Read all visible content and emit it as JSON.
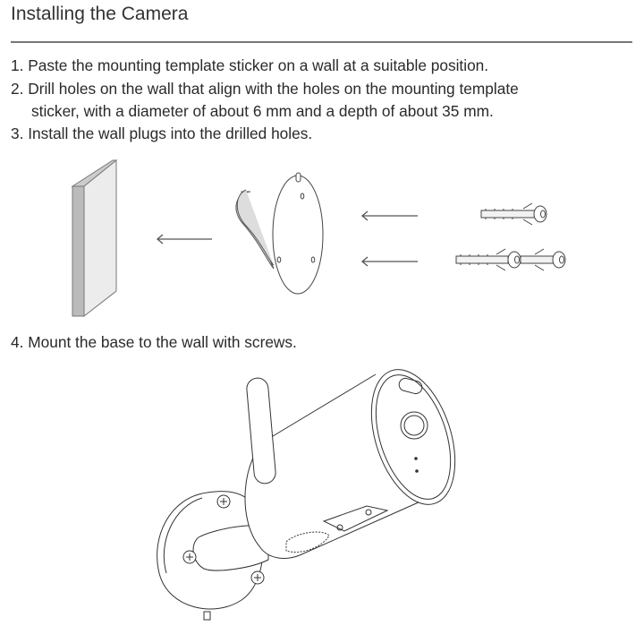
{
  "title": "Installing the Camera",
  "steps": [
    {
      "text": "1.  Paste the mounting template sticker on a wall at a suitable position."
    },
    {
      "text": "2. Drill holes on the wall that align with the holes on the mounting template",
      "continuation": "sticker, with a diameter of about 6 mm and a depth of about 35 mm."
    },
    {
      "text": "3. Install the wall plugs into the drilled holes."
    },
    {
      "text": "4. Mount the base to the wall with screws."
    }
  ]
}
